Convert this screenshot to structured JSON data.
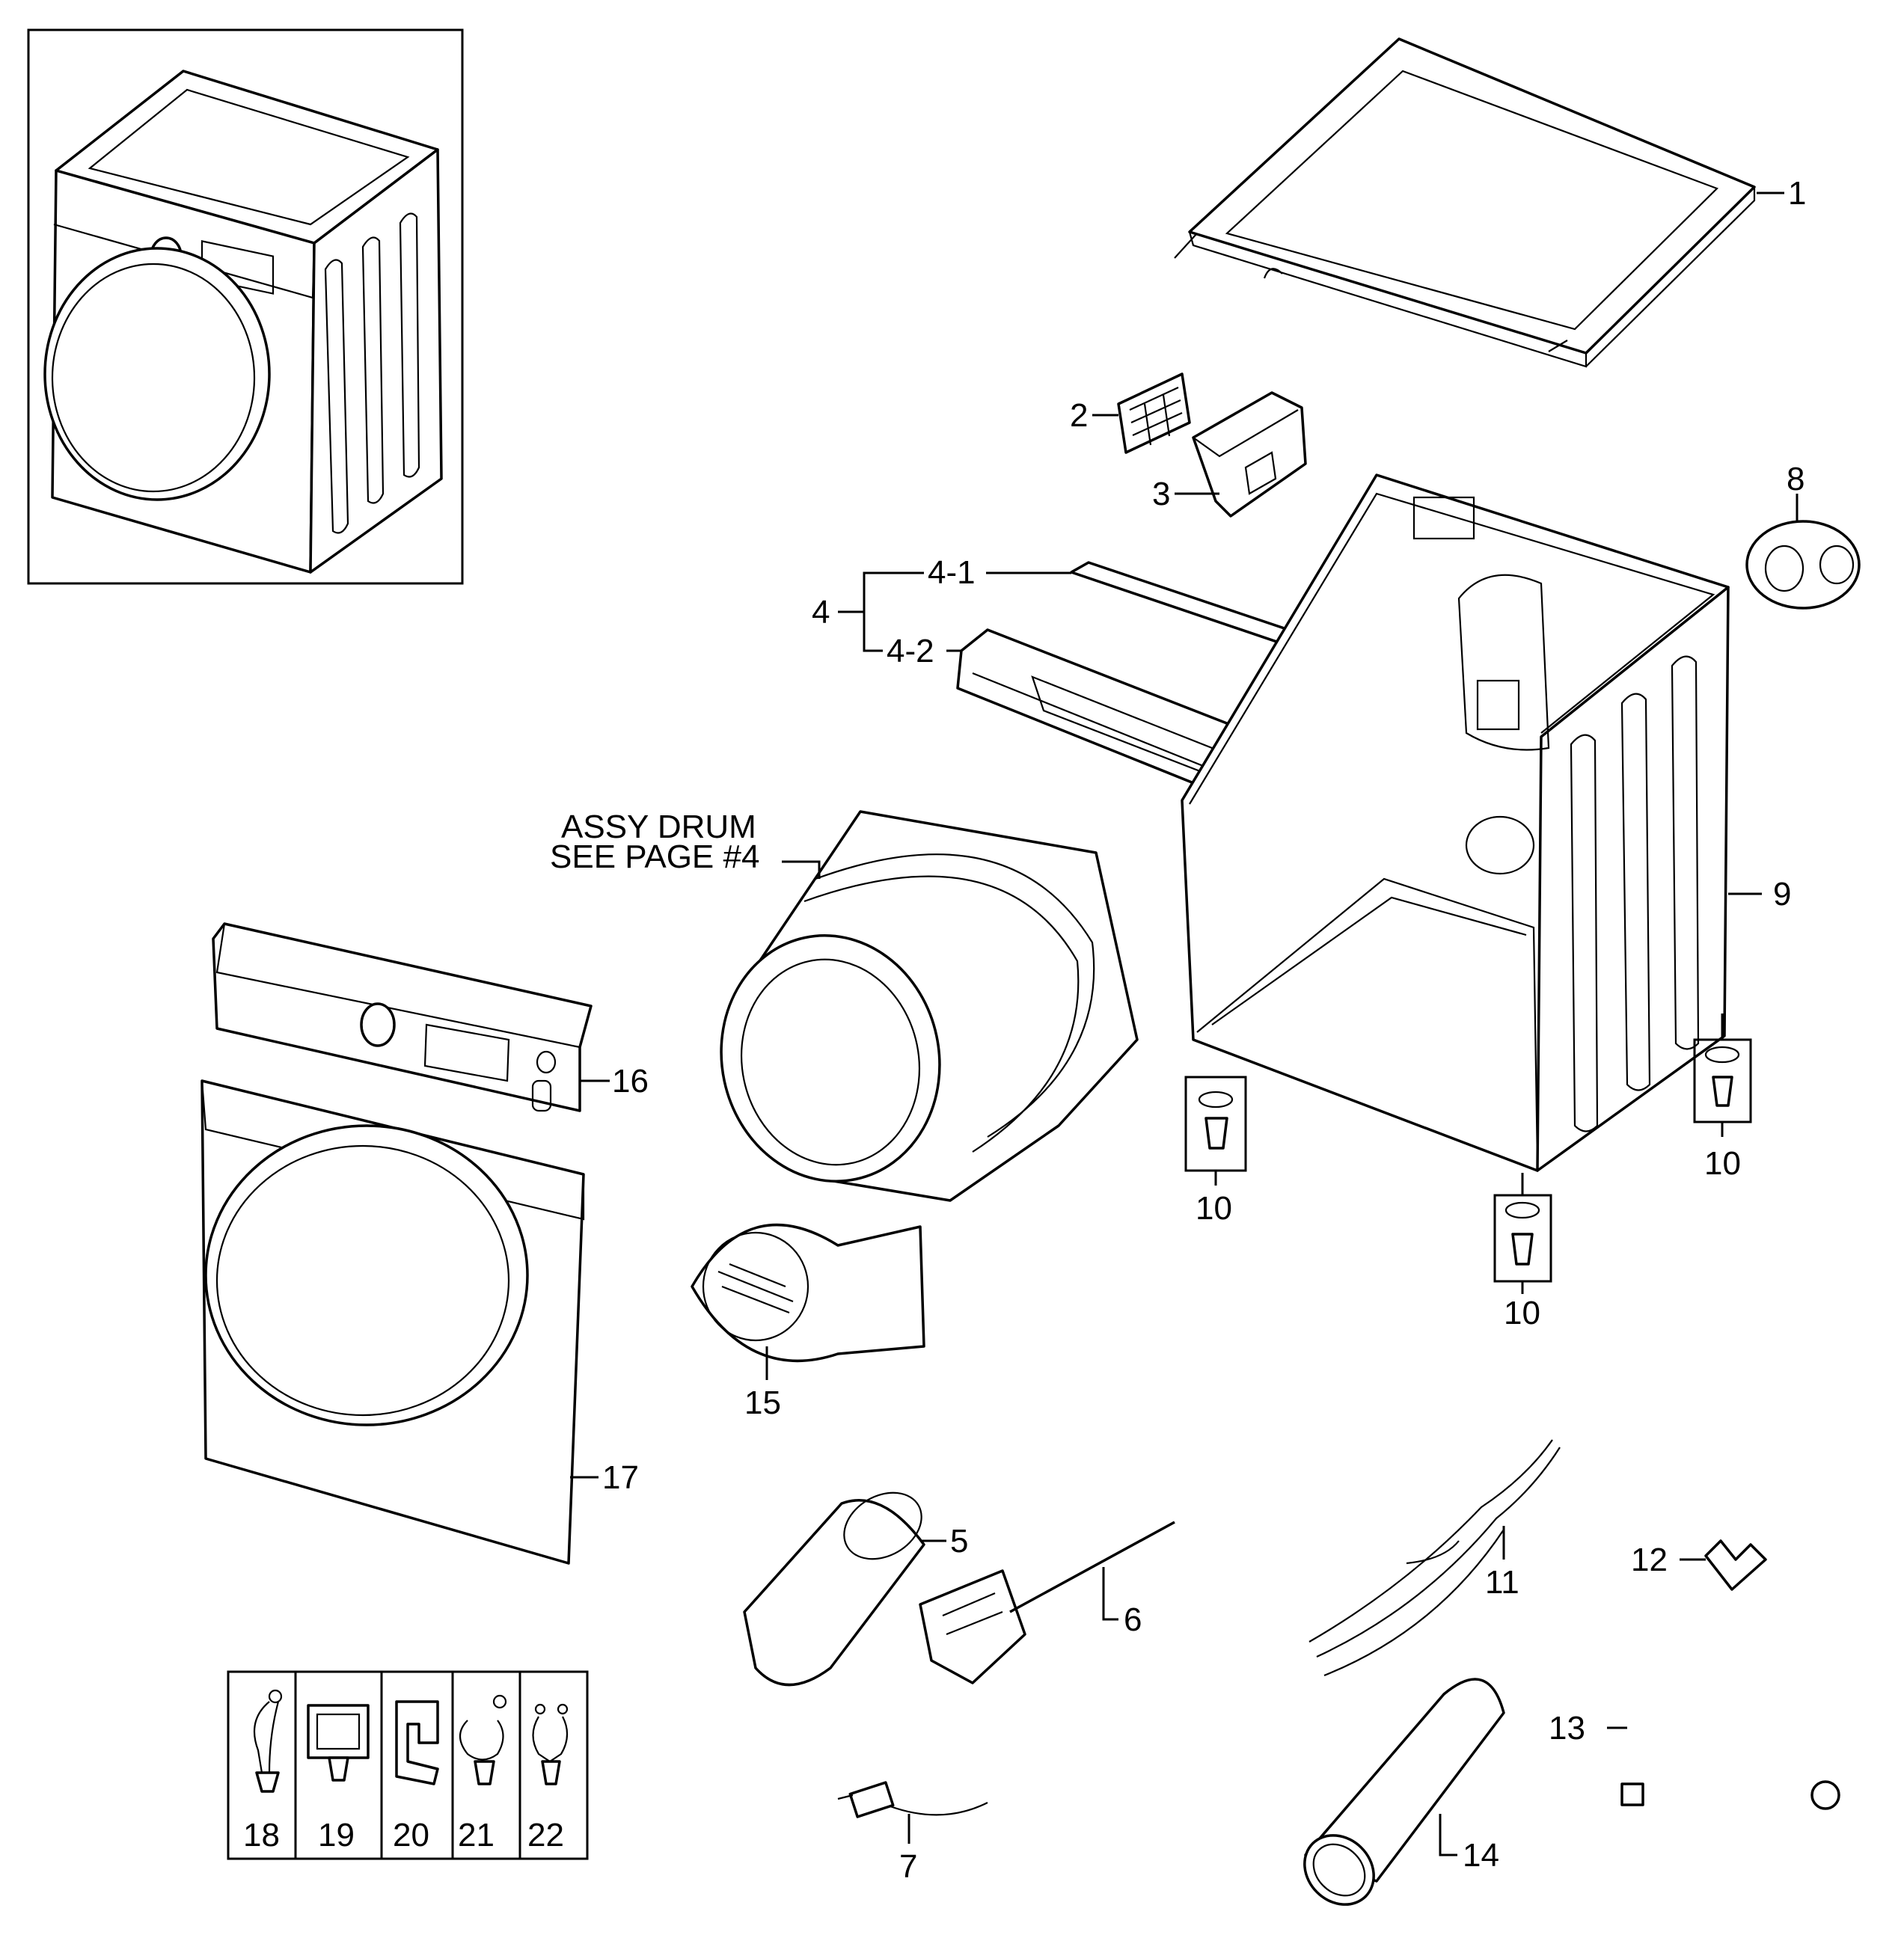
{
  "callouts": {
    "c1": "1",
    "c2": "2",
    "c3": "3",
    "c4": "4",
    "c4_1": "4-1",
    "c4_2": "4-2",
    "c5": "5",
    "c6": "6",
    "c7": "7",
    "c8": "8",
    "c9": "9",
    "c10a": "10",
    "c10b": "10",
    "c10c": "10",
    "c11": "11",
    "c12": "12",
    "c13": "13",
    "c14": "14",
    "c15": "15",
    "c16": "16",
    "c17": "17",
    "c18": "18",
    "c19": "19",
    "c20": "20",
    "c21": "21",
    "c22": "22"
  },
  "drum_note": {
    "line1": "ASSY DRUM",
    "line2": "SEE PAGE #4"
  }
}
